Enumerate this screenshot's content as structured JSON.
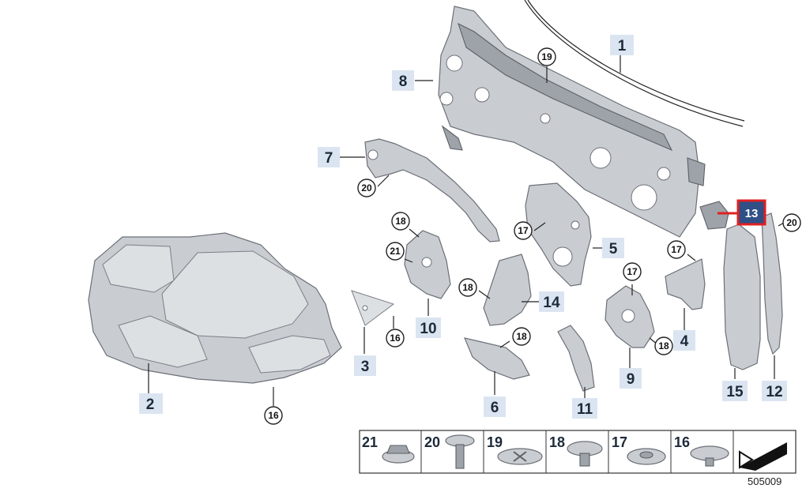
{
  "callouts": {
    "c1": "1",
    "c2": "2",
    "c3": "3",
    "c4": "4",
    "c5": "5",
    "c6": "6",
    "c7": "7",
    "c8": "8",
    "c9": "9",
    "c10": "10",
    "c11": "11",
    "c12": "12",
    "c13": "13",
    "c14": "14",
    "c15": "15"
  },
  "circles": {
    "c19": "19",
    "c20a": "20",
    "c20b": "20",
    "c18a": "18",
    "c21": "21",
    "c17a": "17",
    "c17b": "17",
    "c17c": "17",
    "c18b": "18",
    "c18c": "18",
    "c18d": "18",
    "c16a": "16",
    "c16b": "16"
  },
  "legend": [
    "21",
    "20",
    "19",
    "18",
    "17",
    "16"
  ],
  "diagram_code": "505009",
  "colors": {
    "highlight_fill": "#2f4f86",
    "highlight_border": "#e02020",
    "label_bg": "#dbe5f1"
  }
}
